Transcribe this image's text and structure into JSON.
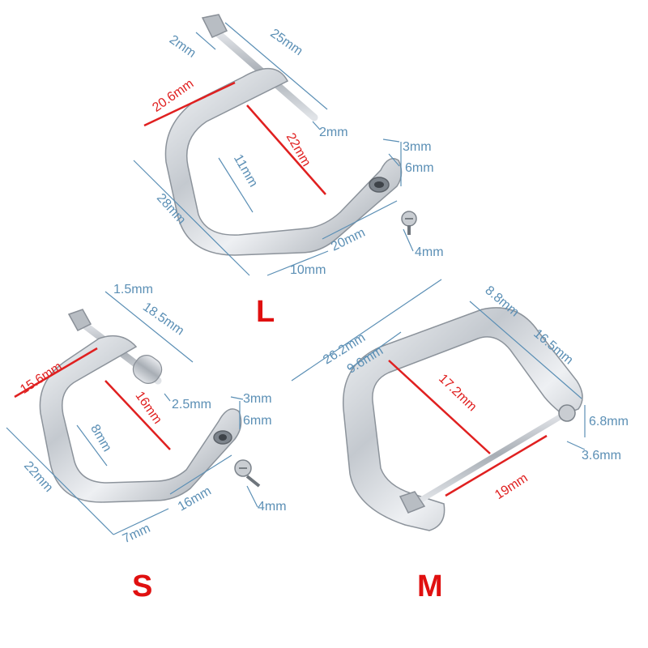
{
  "sizes": {
    "large": {
      "label": "L",
      "dimensions": {
        "pin_head": "2mm",
        "pin_length": "25mm",
        "width_outer": "20.6mm",
        "pin_dia": "2mm",
        "inner_height": "22mm",
        "eye_top": "3mm",
        "eye_dia": "6mm",
        "inner_side": "11mm",
        "outer_height": "28mm",
        "bottom_length": "20mm",
        "screw": "4mm",
        "bottom_short": "10mm"
      }
    },
    "small": {
      "label": "S",
      "dimensions": {
        "pin_head": "1.5mm",
        "pin_length": "18.5mm",
        "width_outer": "15.6mm",
        "inner_height": "16mm",
        "pin_dia": "2.5mm",
        "eye_top": "3mm",
        "eye_dia": "6mm",
        "inner_side": "8mm",
        "outer_height": "22mm",
        "bottom_length": "16mm",
        "screw": "4mm",
        "bottom_short": "7mm"
      }
    },
    "medium": {
      "label": "M",
      "dimensions": {
        "top_width": "26.2mm",
        "top_inner": "9.6mm",
        "side_top": "8.8mm",
        "side_length": "16.5mm",
        "inner_height": "17.2mm",
        "end_height": "6.8mm",
        "end_pin": "3.6mm",
        "pin_width": "19mm"
      }
    }
  },
  "colors": {
    "dimension_line": "#5b8fb5",
    "highlight_line": "#e02020",
    "metal": "#c9cdd2"
  }
}
